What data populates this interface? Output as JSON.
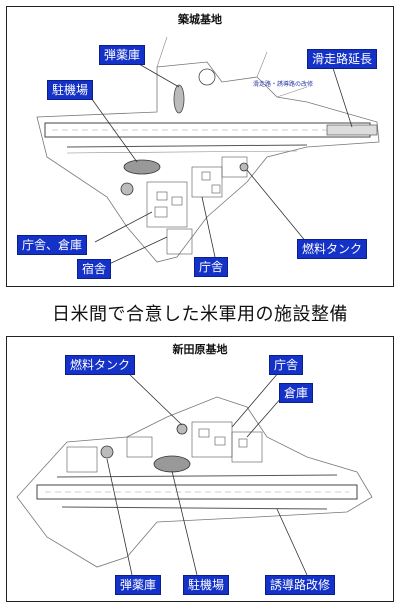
{
  "top_base": {
    "title": "築城基地",
    "note": "滑走路・誘導路の改修",
    "labels": {
      "ammo": "弾薬庫",
      "runway_ext": "滑走路延長",
      "apron": "駐機場",
      "office_warehouse": "庁舎、倉庫",
      "fuel": "燃料タンク",
      "barracks": "宿舎",
      "office": "庁舎"
    }
  },
  "caption": "日米間で合意した米軍用の施設整備",
  "bottom_base": {
    "title": "新田原基地",
    "labels": {
      "fuel": "燃料タンク",
      "office": "庁舎",
      "warehouse": "倉庫",
      "ammo": "弾薬庫",
      "apron": "駐機場",
      "taxiway": "誘導路改修"
    }
  },
  "colors": {
    "label_bg": "#1432c8",
    "label_text": "#ffffff"
  }
}
